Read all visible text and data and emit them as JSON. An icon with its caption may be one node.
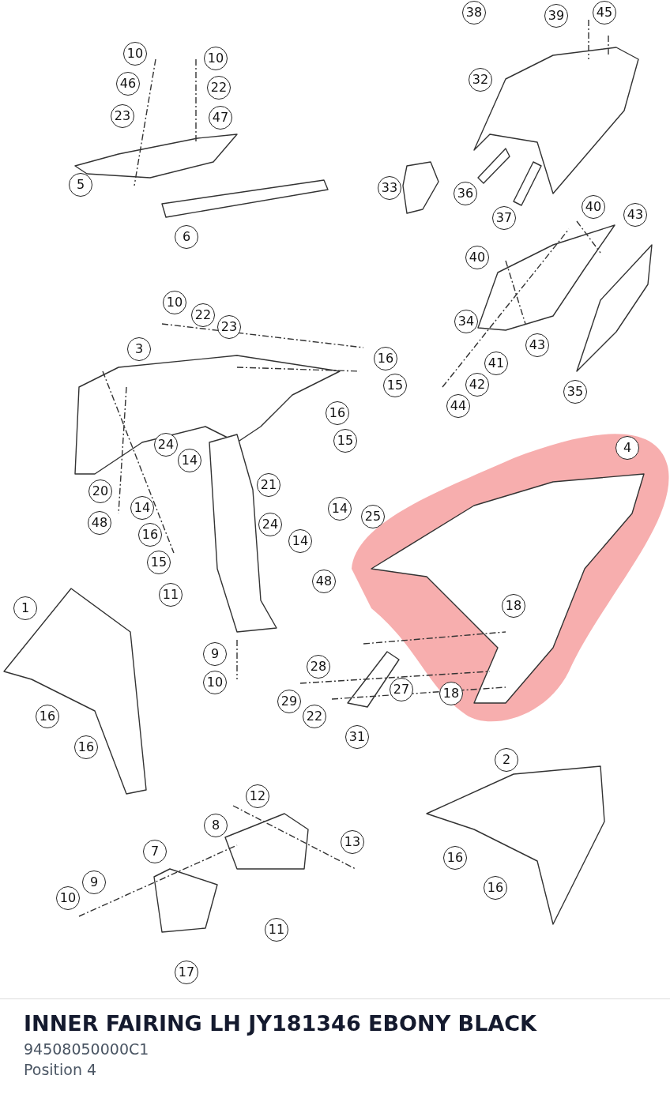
{
  "diagram": {
    "title": "INNER FAIRING LH JY181346 EBONY BLACK",
    "labels": [
      "38",
      "39",
      "45",
      "10",
      "10",
      "32",
      "46",
      "22",
      "23",
      "47",
      "5",
      "33",
      "36",
      "37",
      "40",
      "43",
      "6",
      "40",
      "10",
      "22",
      "23",
      "34",
      "43",
      "3",
      "16",
      "41",
      "15",
      "42",
      "35",
      "44",
      "16",
      "15",
      "24",
      "14",
      "4",
      "21",
      "20",
      "14",
      "14",
      "25",
      "48",
      "16",
      "24",
      "14",
      "15",
      "48",
      "1",
      "11",
      "18",
      "9",
      "28",
      "16",
      "10",
      "29",
      "22",
      "27",
      "18",
      "31",
      "16",
      "2",
      "12",
      "8",
      "13",
      "7",
      "16",
      "9",
      "10",
      "16",
      "11",
      "17",
      "94508050000C1",
      "Position 4"
    ]
  }
}
